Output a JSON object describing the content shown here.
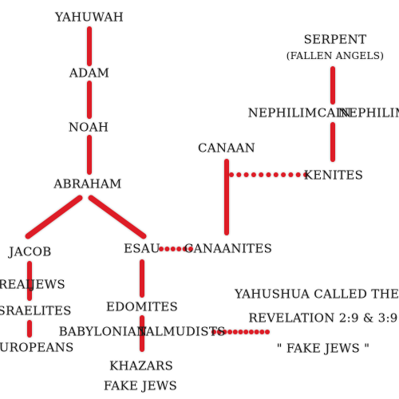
{
  "colors": {
    "link": "#dd1f26",
    "text": "#1a1a1a"
  },
  "nodes": {
    "yahuwah": "YAHUWAH",
    "adam": "ADAM",
    "noah": "NOAH",
    "abraham": "ABRAHAM",
    "jacob": "JACOB",
    "esau": "ESAU",
    "canaanites": "CANAANITES",
    "canaan": "CANAAN",
    "kenites": "KENITES",
    "serpent": "SERPENT",
    "fallen_angels": "(FALLEN ANGELS)",
    "nephilim_left": "NEPHILIM",
    "cain": "CAIN",
    "nephilim_right": "NEPHILIM",
    "real": "REAL",
    "jews": "JEWS",
    "israelites": "ISRAELITES",
    "europeans": "EUROPEANS",
    "edomites": "EDOMITES",
    "babylonian": "BABYLONIAN",
    "talmudists": "TALMUDISTS",
    "khazars": "KHAZARS",
    "fake_jews": "FAKE JEWS",
    "note_line1": "YAHUSHUA CALLED THEM",
    "note_line2": "REVELATION 2:9 & 3:9",
    "note_line3": "\" FAKE JEWS \""
  }
}
